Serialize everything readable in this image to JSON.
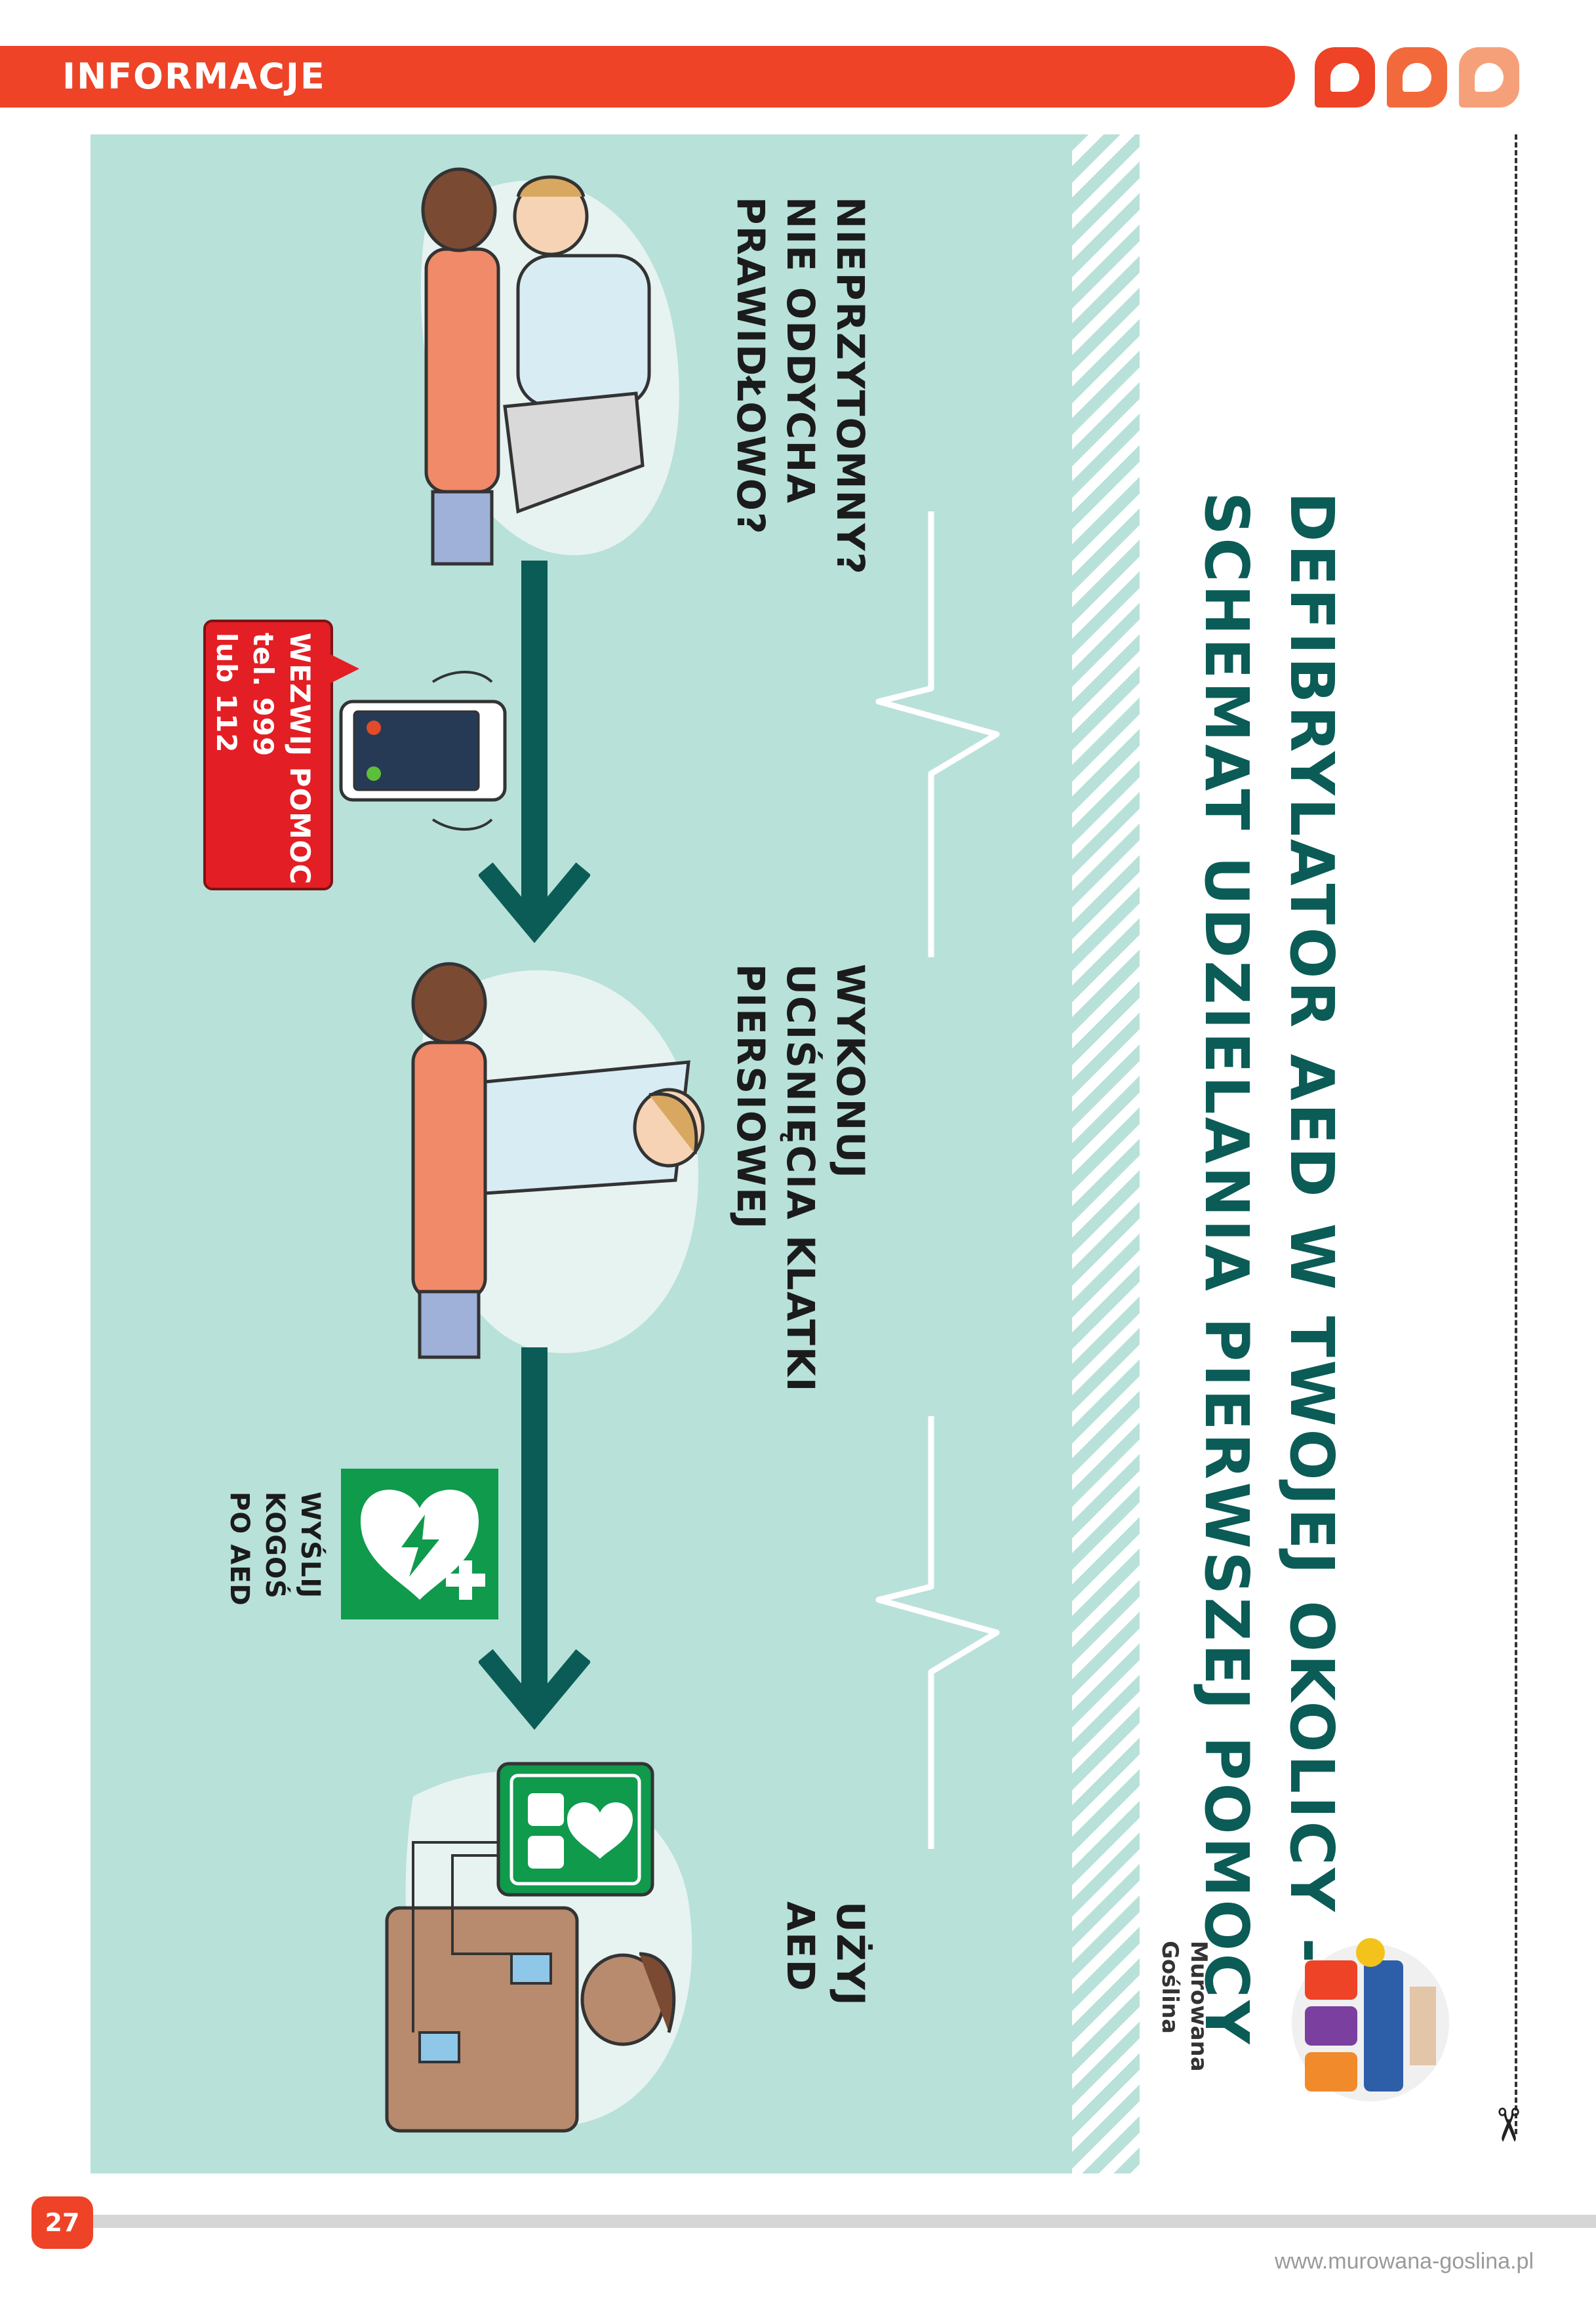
{
  "header": {
    "title": "INFORMACJE"
  },
  "colors": {
    "header": "#ee4327",
    "panel": "#b8e1d9",
    "arrow": "#0b5c56",
    "callout": "#e31e24",
    "aed_green": "#0f9a4c"
  },
  "title": {
    "line1": "DEFIBRYLATOR AED W TWOJEJ OKOLICY -",
    "line2": "SCHEMAT UDZIELANIA PIERWSZEJ POMOCY"
  },
  "steps": [
    {
      "lines": [
        "NIEPRZYTOMNY?",
        "NIE ODDYCHA",
        "PRAWIDŁOWO?"
      ]
    },
    {
      "lines": [
        "WYKONUJ",
        "UCIŚNIĘCIA KLATKI",
        "PIERSIOWEJ"
      ]
    },
    {
      "lines": [
        "UŻYJ",
        "AED"
      ]
    }
  ],
  "callout": {
    "lines": [
      "WEZWIJ POMOC",
      "tel. 999",
      "lub 112"
    ]
  },
  "aed_note": {
    "lines": [
      "WYŚLIJ",
      "KOGOŚ",
      "PO AED"
    ]
  },
  "logo": {
    "line1": "Murowana",
    "line2": "Goślina"
  },
  "footer": {
    "page_number": "27",
    "url": "www.murowana-goslina.pl"
  }
}
